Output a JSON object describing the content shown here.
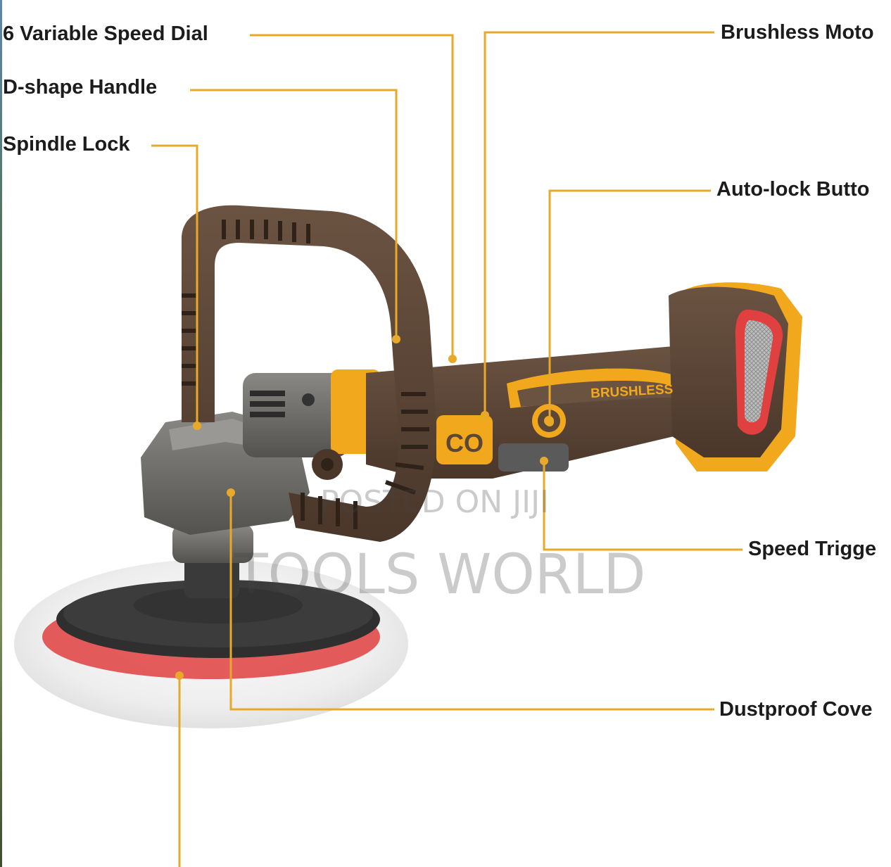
{
  "callouts": {
    "speed_dial": "6 Variable Speed Dial",
    "d_handle": "D-shape Handle",
    "spindle_lock": "Spindle Lock",
    "brushless_motor": "Brushless Moto",
    "auto_lock": "Auto-lock Butto",
    "speed_trigger": "Speed Trigge",
    "dustproof_cover": "Dustproof Cove"
  },
  "tool": {
    "body_text": "BRUSHLESS",
    "badge_text": "CO"
  },
  "watermark": {
    "line1": "POSTED ON JIJI",
    "line2": "TOOLS WORLD"
  },
  "colors": {
    "leader_line": "#e8a92b",
    "body_brown": "#5c4636",
    "accent_yellow": "#f2a81d",
    "metal_grey": "#6f6d69",
    "pad_red": "#e04040"
  }
}
